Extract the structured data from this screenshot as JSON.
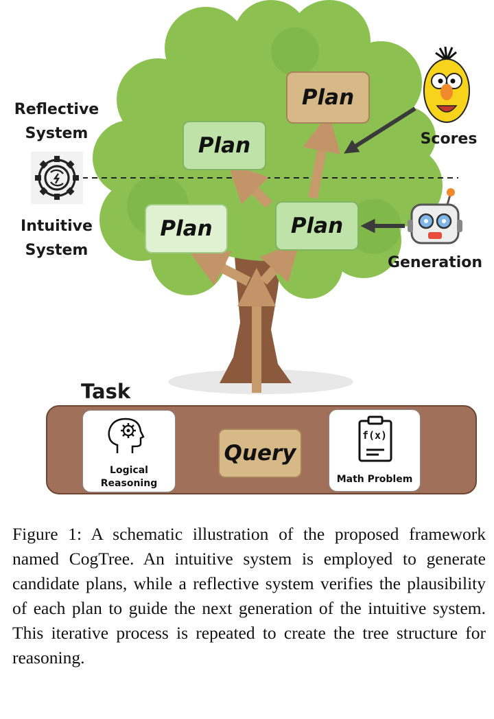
{
  "labels": {
    "reflective_system": [
      "Reflective",
      "System"
    ],
    "intuitive_system": [
      "Intuitive",
      "System"
    ],
    "scores": "Scores",
    "generation": "Generation",
    "task": "Task"
  },
  "plans": {
    "top": "Plan",
    "upper_left": "Plan",
    "lower_left": "Plan",
    "lower_right": "Plan"
  },
  "task_bar": {
    "query": "Query",
    "logical_reasoning": [
      "Logical",
      "Reasoning"
    ],
    "math_problem": "Math Problem",
    "math_formula": "f(x)"
  },
  "caption": "Figure 1: A schematic illustration of the proposed framework named CogTree. An intuitive system is employed to generate candidate plans, while a reflective system verifies the plausibility of each plan to guide the next generation of the intuitive system. This iterative process is repeated to create the tree structure for reasoning.",
  "colors": {
    "canopy": "#8cc152",
    "canopy_dark": "#6fa63b",
    "trunk": "#8b5a3c",
    "arrow": "#c79a6b",
    "task_bar": "#a0705a",
    "plan_tan": "#d7b887",
    "plan_green": "#bfe2a8"
  }
}
